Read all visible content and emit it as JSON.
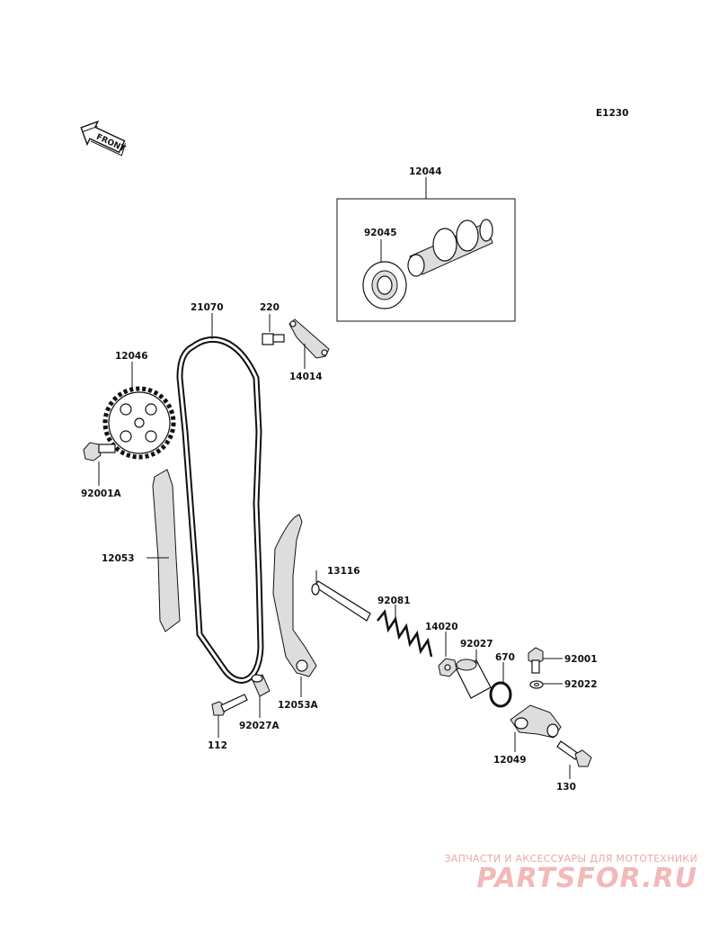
{
  "diagram_code": "E1230",
  "front_arrow_text": "FRONT",
  "parts": {
    "p12044": "12044",
    "p92045": "92045",
    "p21070": "21070",
    "p220": "220",
    "p14014": "14014",
    "p12046": "12046",
    "p92001A": "92001A",
    "p12053": "12053",
    "p13116": "13116",
    "p92081": "92081",
    "p14020": "14020",
    "p92027": "92027",
    "p670": "670",
    "p92001": "92001",
    "p92022": "92022",
    "p12049": "12049",
    "p130": "130",
    "p112": "112",
    "p92027A": "92027A",
    "p12053A": "12053A"
  },
  "watermark": {
    "tagline": "ЗАПЧАСТИ И АКСЕССУАРЫ ДЛЯ МОТОТЕХНИКИ",
    "logo": "PARTSFOR.RU"
  }
}
